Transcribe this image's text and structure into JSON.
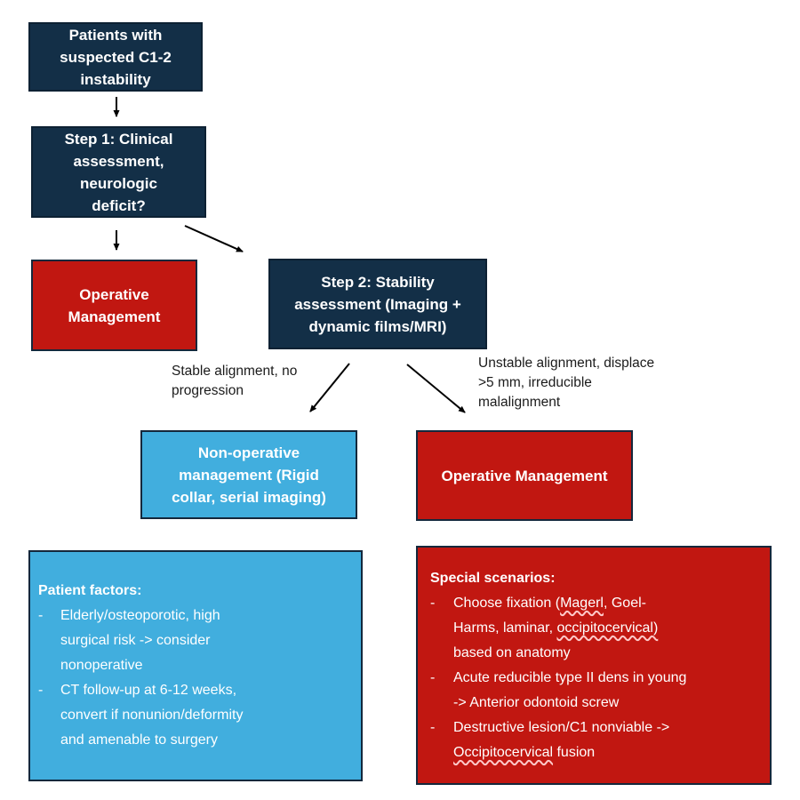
{
  "diagram": {
    "title_hint": "C1-2 instability management flowchart",
    "colors": {
      "navy": "#132f47",
      "red": "#c11711",
      "blue": "#41aede",
      "border": "#14283c",
      "arrow": "#000000",
      "box_text": "#ffffff",
      "label_text": "#1b1b1b"
    },
    "nodes": {
      "patients": {
        "label": "Patients with\nsuspected C1-2\ninstability"
      },
      "step1": {
        "label": "Step 1: Clinical\nassessment,\nneurologic\ndeficit?"
      },
      "operative1": {
        "label": "Operative\nManagement"
      },
      "step2": {
        "label": "Step 2: Stability\nassessment (Imaging +\ndynamic films/MRI)"
      },
      "nonoperative": {
        "label": "Non-operative\nmanagement (Rigid\ncollar, serial imaging)"
      },
      "operative2": {
        "label": "Operative Management"
      }
    },
    "edge_labels": {
      "stable": "Stable alignment, no\nprogression",
      "unstable": "Unstable alignment, displace\n>5 mm, irreducible\nmalalignment"
    },
    "patient_factors": {
      "heading": "Patient factors:",
      "bullet_marker": "-",
      "item1": "Elderly/osteoporotic, high\nsurgical risk -> consider\nnonoperative",
      "item2": "CT follow-up at 6-12 weeks,\nconvert if nonunion/deformity\nand amenable to surgery"
    },
    "special_scenarios": {
      "heading": "Special scenarios:",
      "bullet_marker": "-",
      "item1": {
        "part1": "Choose fixation (",
        "misspelled1": "Magerl",
        "part2": ", Goel-\nHarms, laminar, ",
        "misspelled2": "occipitocervical)",
        "part3": "\nbased on anatomy"
      },
      "item2": "Acute reducible type II dens in young\n-> Anterior odontoid screw",
      "item3": {
        "part1": "Destructive lesion/C1 nonviable ->\n",
        "misspelled1": "Occipitocervical",
        "part2": " fusion"
      }
    }
  }
}
